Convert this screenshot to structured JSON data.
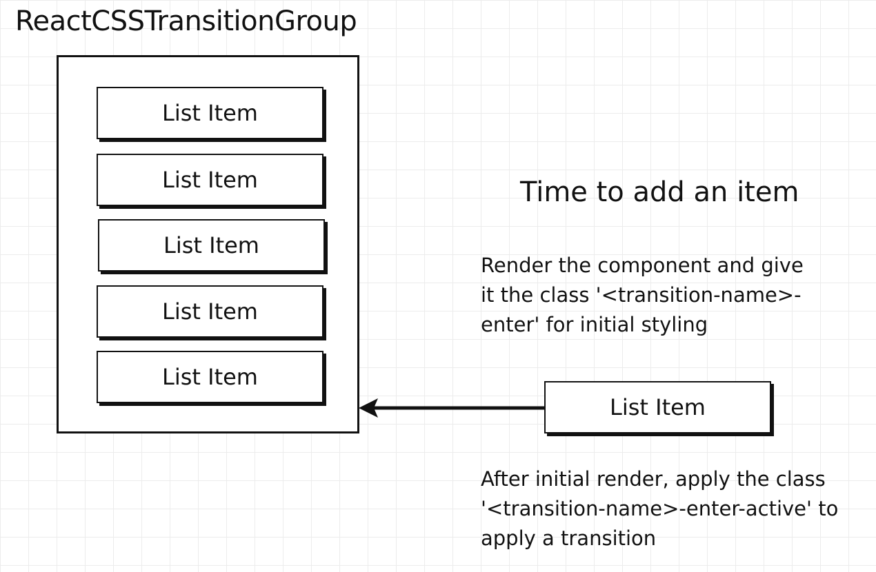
{
  "group": {
    "title": "ReactCSSTransitionGroup",
    "items": [
      "List Item",
      "List Item",
      "List Item",
      "List Item",
      "List Item"
    ]
  },
  "step": {
    "heading": "Time to add an item",
    "enter_text": [
      "Render the component and give",
      "it the class '<transition-name>-",
      "enter' for initial styling"
    ],
    "new_item": "List Item",
    "active_text": [
      "After initial render, apply the class",
      "'<transition-name>-enter-active' to",
      "apply a transition"
    ]
  }
}
